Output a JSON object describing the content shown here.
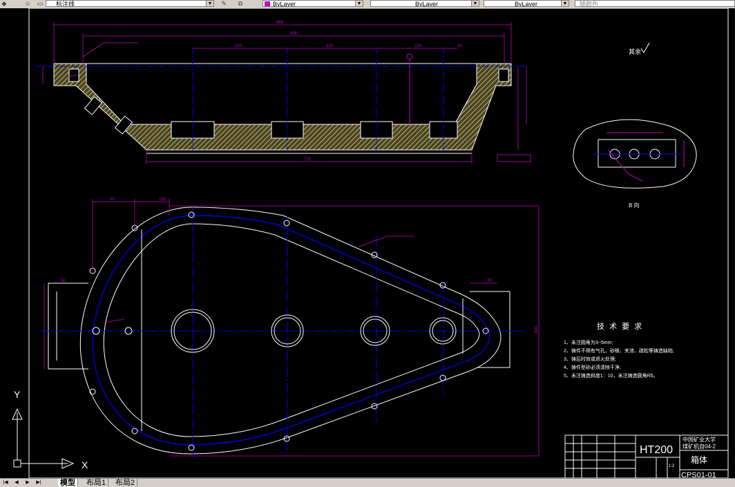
{
  "toolbar": {
    "linetype_field": "标注线",
    "layer_color": "ByLayer",
    "linetype": "ByLayer",
    "lineweight": "ByLayer",
    "plotstyle": "随颜色"
  },
  "drawing": {
    "roughness_note": "其余",
    "b_view_label": "B 向",
    "tech_title": "技 术 要 求",
    "tech_notes": [
      "1、未注圆角为3~5mm;",
      "2、铸件不得有气孔、砂眼、夹渣、疏松等铸造缺陷;",
      "3、铸后时效或退火处理;",
      "4、铸件型砂必须清除干净;",
      "5、未注铸造斜度1：10，未注铸造圆角R5。"
    ],
    "dims_top": [
      "868",
      "806",
      "220",
      "220",
      "220",
      "60"
    ],
    "dims_bottom": "713",
    "dims_plan": [
      "97",
      "120",
      "50",
      "50",
      "500"
    ]
  },
  "title_block": {
    "material": "HT200",
    "school": "中国矿业大学",
    "class_name": "煤矿机自04-2",
    "part_name": "箱体",
    "drawing_no": "CPS01-01",
    "scale": "1:2"
  },
  "ucs": {
    "x": "X",
    "y": "Y"
  },
  "tabs": [
    "模型",
    "布局1",
    "布局2"
  ],
  "colors": {
    "outline": "#ffffff",
    "dimension": "#c000c0",
    "center": "#0000ff",
    "hatch": "#c8c08a"
  }
}
